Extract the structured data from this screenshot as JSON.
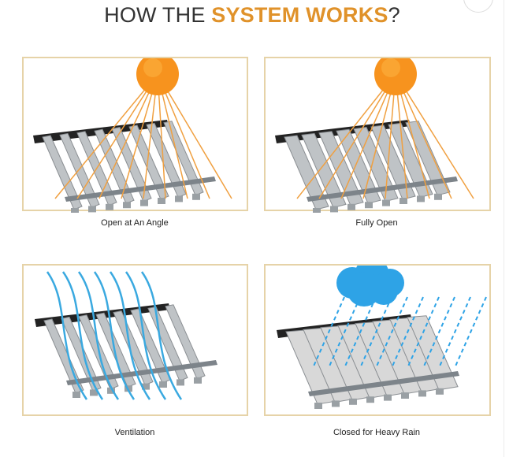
{
  "header": {
    "title_prefix": "HOW THE ",
    "title_highlight": "SYSTEM WORKS",
    "title_suffix": "?"
  },
  "panels": [
    {
      "caption": "Open at An Angle",
      "icon": "sun-icon"
    },
    {
      "caption": "Fully Open",
      "icon": "sun-icon"
    },
    {
      "caption": "Ventilation",
      "icon": "airflow-icon"
    },
    {
      "caption": "Closed for Heavy Rain",
      "icon": "rain-cloud-icon"
    }
  ],
  "colors": {
    "accent": "#e0922a",
    "sun": "#f7931e",
    "air": "#3aa9e0",
    "cloud": "#2ea3e6",
    "border": "#e6d3a8"
  }
}
